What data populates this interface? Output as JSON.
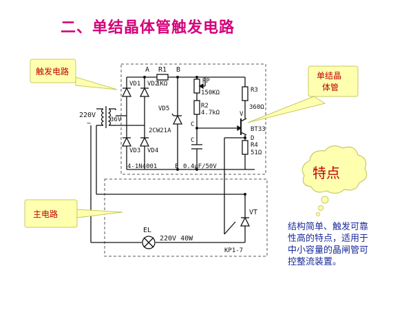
{
  "title": "二、单结晶体管触发电路",
  "callouts": {
    "trigger_circuit": "触发电路",
    "ujt_line1": "单结晶",
    "ujt_line2": "体管",
    "main_circuit": "主电路"
  },
  "cloud_label": "特点",
  "description": [
    "结构简单、触发可靠",
    "性高的特点，适用于",
    "中小容量的晶闸管可",
    "控整流装置。"
  ],
  "circuit_labels": {
    "node_a": "A",
    "node_b": "B",
    "r1": "R1",
    "r1_value": "1KΩ",
    "vd1": "VD1",
    "vd2": "VD2",
    "vd3": "VD3",
    "vd4": "VD4",
    "vd5": "VD5",
    "zener": "2CW21A",
    "bridge_diodes": "4-1N4001",
    "supply": "220V",
    "supply_symbol": "~",
    "secondary": "36V",
    "rp": "RP",
    "rp_value": "150KΩ",
    "r2": "R2",
    "r2_value": "4.7kΩ",
    "node_c1": "C",
    "node_c2": "C",
    "r3": "R3",
    "r3_value": "360Ω",
    "node_v": "V",
    "ujt_model": "BT33",
    "node_d": "D",
    "r4": "R4",
    "r4_value": "51Ω",
    "node_e": "E",
    "cap_value": "0.4μF/50V",
    "vt": "VT",
    "lamp": "EL",
    "lamp_rating": "220V 40W",
    "scr_model": "KP1-7"
  }
}
